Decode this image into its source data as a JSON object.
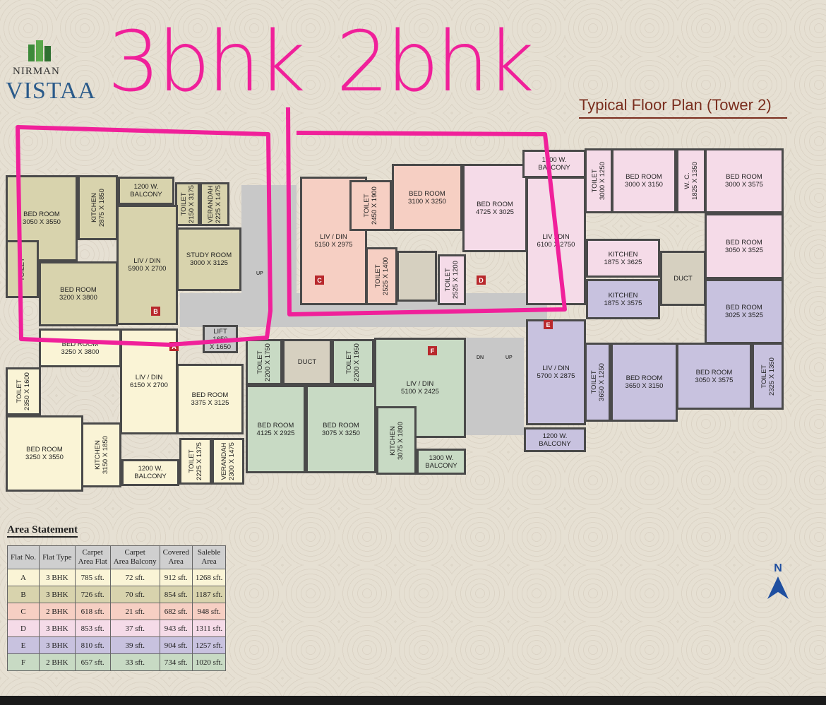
{
  "logo": {
    "top": "NIRMAN",
    "bottom": "VISTAA"
  },
  "title": "Typical Floor Plan (Tower 2)",
  "annotations": {
    "left": "3bhk",
    "right": "2bhk",
    "color": "#f0209a"
  },
  "rooms": [
    {
      "label": "BED ROOM\n3050 X 3550",
      "flat": "B"
    },
    {
      "label": "KITCHEN\n2875 X 1850",
      "flat": "B",
      "v": 1
    },
    {
      "label": "1200 W.\nBALCONY",
      "flat": "B"
    },
    {
      "label": "TOILET\n2150 X 3175",
      "flat": "B",
      "v": 1
    },
    {
      "label": "VERANDAH\n2225 X 1475",
      "flat": "B",
      "v": 1
    },
    {
      "label": "LIV / DIN\n5900 X 2700",
      "flat": "B"
    },
    {
      "label": "STUDY ROOM\n3000 X 3125",
      "flat": "B"
    },
    {
      "label": "BED ROOM\n3200 X 3800",
      "flat": "B"
    },
    {
      "label": "TOILET",
      "flat": "B",
      "v": 1
    },
    {
      "label": "BED ROOM\n3250 X 3800",
      "flat": "A"
    },
    {
      "label": "LIV / DIN\n6150 X 2700",
      "flat": "A"
    },
    {
      "label": "BED ROOM\n3375 X 3125",
      "flat": "A"
    },
    {
      "label": "TOILET\n2350 X 1600",
      "flat": "A",
      "v": 1
    },
    {
      "label": "BED ROOM\n3250 X 3550",
      "flat": "A"
    },
    {
      "label": "KITCHEN\n3150 X 1850",
      "flat": "A",
      "v": 1
    },
    {
      "label": "1200 W.\nBALCONY",
      "flat": "A"
    },
    {
      "label": "TOILET\n2225 X 1375",
      "flat": "A",
      "v": 1
    },
    {
      "label": "VERANDAH\n2300 X 1475",
      "flat": "A",
      "v": 1
    },
    {
      "label": "LIFT\n1650\nX 1650",
      "flat": "common"
    },
    {
      "label": "LIV / DIN\n5150 X 2975",
      "flat": "C"
    },
    {
      "label": "TOILET\n2450 X 1900",
      "flat": "C",
      "v": 1
    },
    {
      "label": "BED ROOM\n3100 X 3250",
      "flat": "C"
    },
    {
      "label": "TOILET\n2525 X 1400",
      "flat": "C",
      "v": 1
    },
    {
      "label": "",
      "flat": "duct"
    },
    {
      "label": "BED ROOM\n4725 X 3025",
      "flat": "D"
    },
    {
      "label": "TOILET\n2525 X 1200",
      "flat": "D",
      "v": 1
    },
    {
      "label": "LIV / DIN\n6100 X 2750",
      "flat": "D"
    },
    {
      "label": "1200 W.\nBALCONY",
      "flat": "D"
    },
    {
      "label": "TOILET\n3000 X 1250",
      "flat": "D",
      "v": 1
    },
    {
      "label": "BED ROOM\n3000 X 3150",
      "flat": "D"
    },
    {
      "label": "W. C.\n1825 X 1350",
      "flat": "D",
      "v": 1
    },
    {
      "label": "BED ROOM\n3000 X 3575",
      "flat": "D"
    },
    {
      "label": "BED ROOM\n3050 X 3525",
      "flat": "D"
    },
    {
      "label": "KITCHEN\n1875 X 3625",
      "flat": "D"
    },
    {
      "label": "DUCT",
      "flat": "duct"
    },
    {
      "label": "KITCHEN\n1875 X 3575",
      "flat": "E"
    },
    {
      "label": "BED ROOM\n3025 X 3525",
      "flat": "E"
    },
    {
      "label": "LIV / DIN\n5700 X 2875",
      "flat": "E"
    },
    {
      "label": "TOILET\n3650 X 1250",
      "flat": "E",
      "v": 1
    },
    {
      "label": "BED ROOM\n3650 X 3150",
      "flat": "E"
    },
    {
      "label": "BED ROOM\n3050 X 3575",
      "flat": "E"
    },
    {
      "label": "TOILET\n2325 X 1350",
      "flat": "E",
      "v": 1
    },
    {
      "label": "1200 W.\nBALCONY",
      "flat": "E"
    },
    {
      "label": "TOILET\n2200 X 1750",
      "flat": "F",
      "v": 1
    },
    {
      "label": "DUCT",
      "flat": "duct"
    },
    {
      "label": "TOILET\n2200 X 1950",
      "flat": "F",
      "v": 1
    },
    {
      "label": "LIV / DIN\n5100 X 2425",
      "flat": "F"
    },
    {
      "label": "BED ROOM\n4125 X 2925",
      "flat": "F"
    },
    {
      "label": "BED ROOM\n3075 X 3250",
      "flat": "F"
    },
    {
      "label": "KITCHEN\n3075 X 1800",
      "flat": "F",
      "v": 1
    },
    {
      "label": "1300 W.\nBALCONY",
      "flat": "F"
    }
  ],
  "stairs": {
    "up": "UP",
    "dn": "DN"
  },
  "flat_colors": {
    "A": "#faf4d6",
    "B": "#d8d3ad",
    "C": "#f6cfc3",
    "D": "#f5dbe8",
    "E": "#c8c2df",
    "F": "#c8dac4",
    "common": "#c8c8c8",
    "duct": "#d6d0c0"
  },
  "markers": [
    "A",
    "B",
    "C",
    "D",
    "E",
    "F"
  ],
  "area_statement": {
    "title": "Area Statement",
    "headers": [
      "Flat No.",
      "Flat Type",
      "Carpet\nArea Flat",
      "Carpet\nArea Balcony",
      "Covered\nArea",
      "Saleble\nArea"
    ],
    "rows": [
      [
        "A",
        "3 BHK",
        "785 sft.",
        "72 sft.",
        "912 sft.",
        "1268 sft."
      ],
      [
        "B",
        "3 BHK",
        "726 sft.",
        "70 sft.",
        "854 sft.",
        "1187 sft."
      ],
      [
        "C",
        "2 BHK",
        "618 sft.",
        "21 sft.",
        "682 sft.",
        "948 sft."
      ],
      [
        "D",
        "3 BHK",
        "853 sft.",
        "37 sft.",
        "943 sft.",
        "1311 sft."
      ],
      [
        "E",
        "3 BHK",
        "810 sft.",
        "39 sft.",
        "904 sft.",
        "1257 sft."
      ],
      [
        "F",
        "2 BHK",
        "657 sft.",
        "33 sft.",
        "734 sft.",
        "1020 sft."
      ]
    ]
  },
  "north": "N"
}
